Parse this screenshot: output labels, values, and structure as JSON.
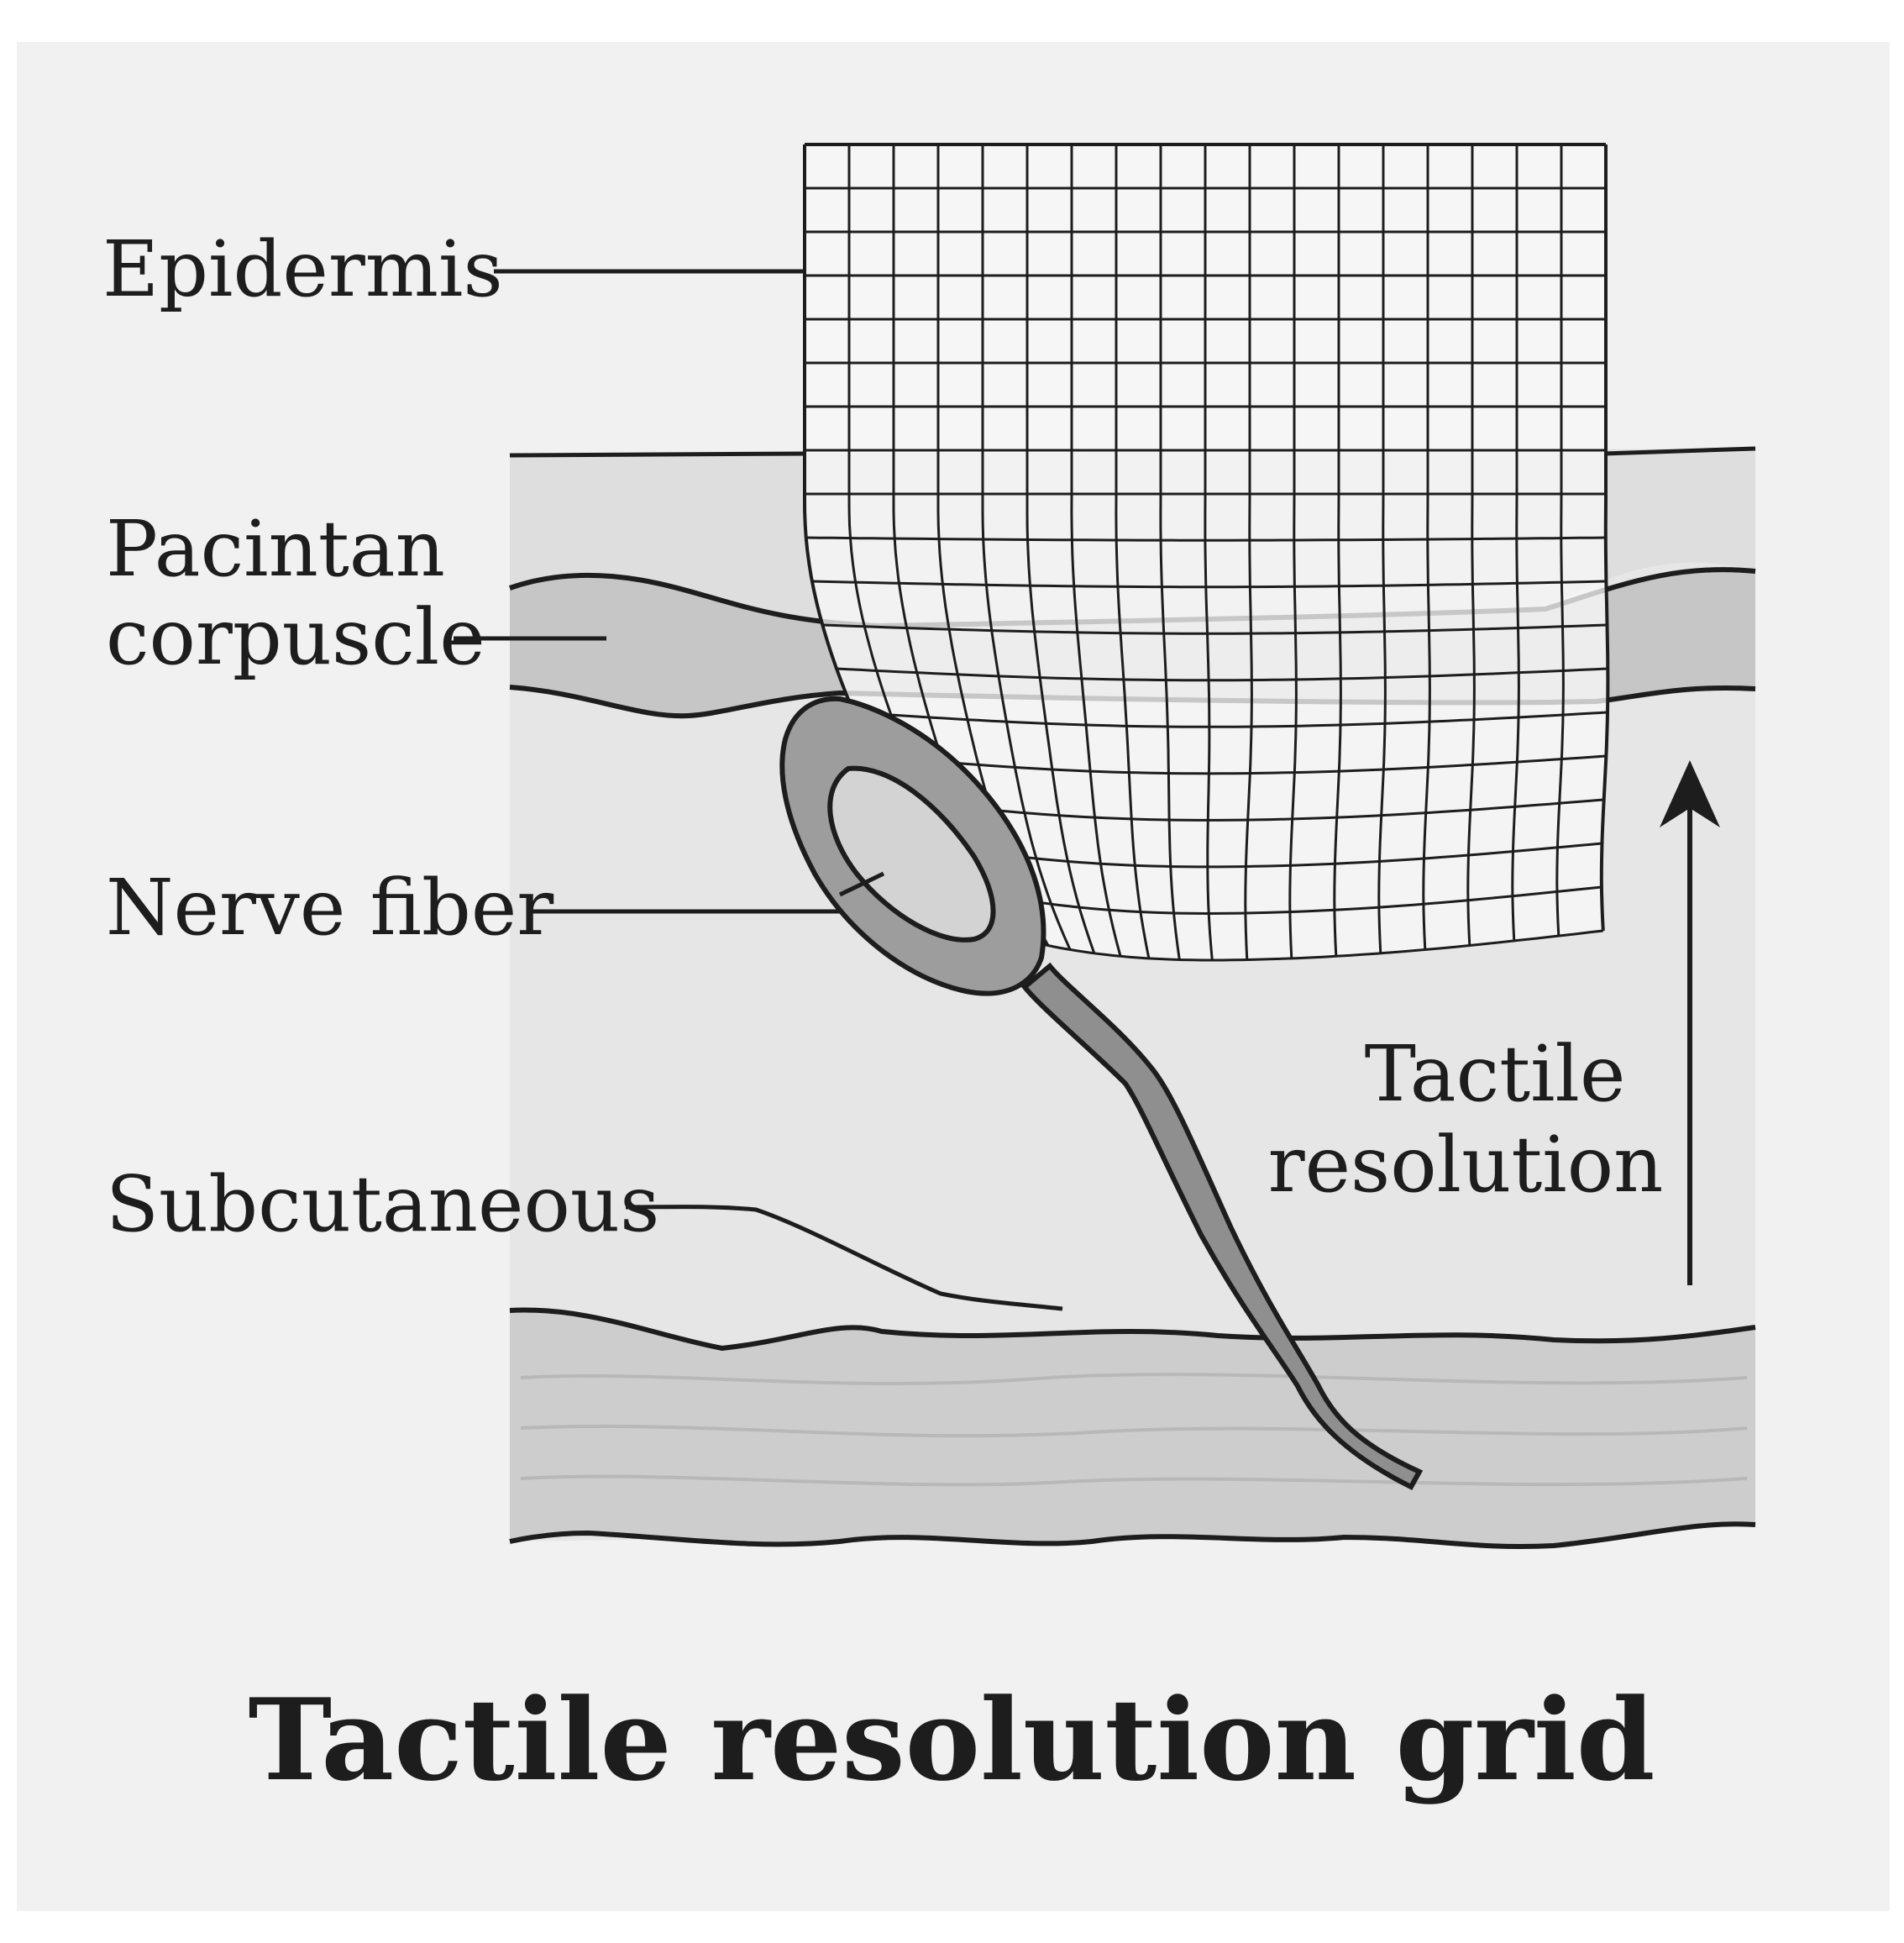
{
  "diagram": {
    "title": "Tactile resolution grid",
    "labels": {
      "epidermis": "Epidermis",
      "pacinian_line1": "Pacintan",
      "pacinian_line2": "corpuscle",
      "nerve_fiber": "Nerve fiber",
      "subcutaneous": "Subcutaneous",
      "resolution_line1": "Tactile",
      "resolution_line2": "resolution"
    },
    "grid": {
      "columns": 18,
      "rows": 18
    },
    "colors": {
      "background": "#f1f1f1",
      "outline": "#1d1d1d",
      "tissue_light": "#e6e6e6",
      "tissue_band": "#c9c9c9",
      "corpuscle_outer": "#9d9d9d",
      "corpuscle_inner": "#d3d3d3"
    }
  }
}
